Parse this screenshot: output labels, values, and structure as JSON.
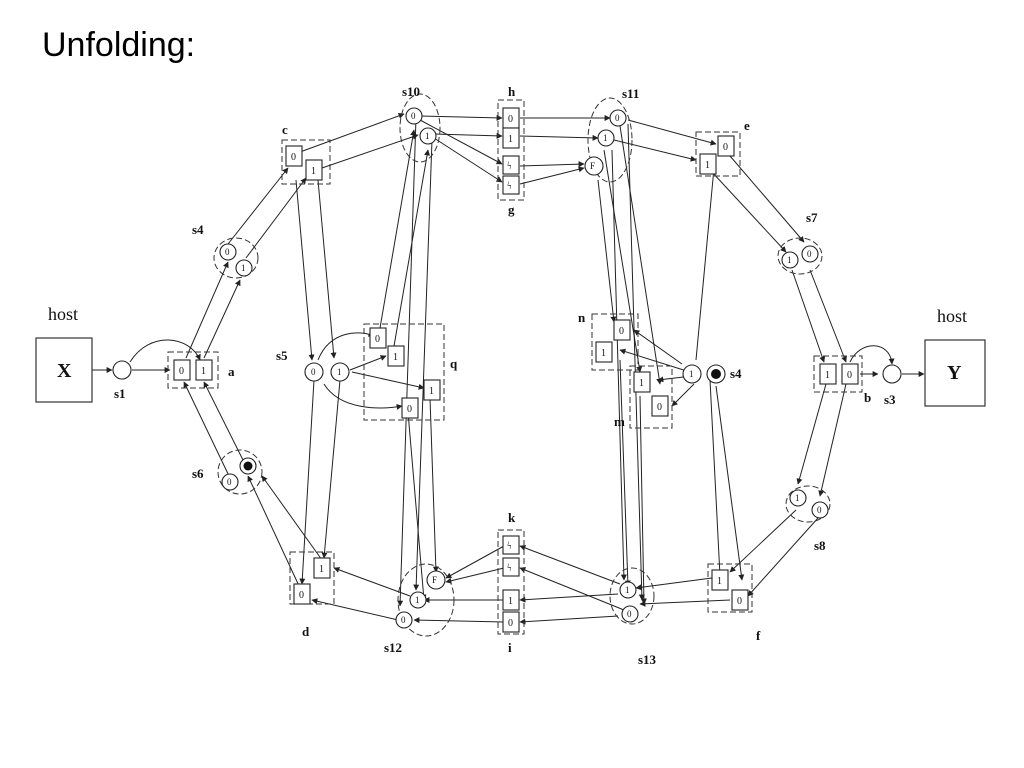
{
  "title": "Unfolding:",
  "hosts": {
    "left": {
      "label": "host",
      "name": "X"
    },
    "right": {
      "label": "host",
      "name": "Y"
    }
  },
  "labels": {
    "s1": "s1",
    "s3": "s3",
    "s4_top": "s4",
    "s5": "s5",
    "s6": "s6",
    "s4_right": "s4",
    "s7": "s7",
    "s8": "s8",
    "s10": "s10",
    "s11": "s11",
    "s12": "s12",
    "s13": "s13",
    "a": "a",
    "b": "b",
    "c": "c",
    "d": "d",
    "e": "e",
    "f": "f",
    "g": "g",
    "h": "h",
    "i": "i",
    "k": "k",
    "m": "m",
    "n": "n",
    "q": "q"
  },
  "tokens": {
    "zero": "0",
    "one": "1",
    "f": "F",
    "lightning": "ϟ"
  }
}
